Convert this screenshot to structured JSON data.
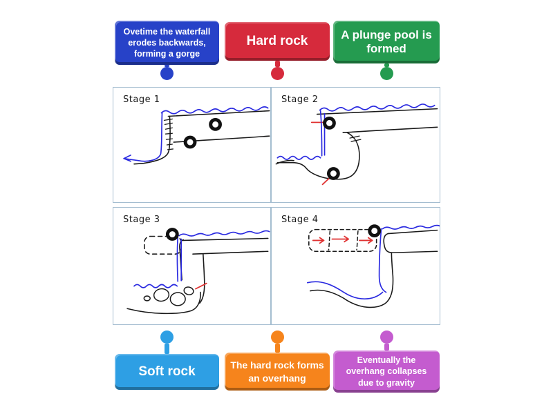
{
  "top_labels": [
    {
      "text": "Ovetime the waterfall erodes backwards, forming a gorge",
      "color": "#2742c8"
    },
    {
      "text": "Hard rock",
      "color": "#d62a3c"
    },
    {
      "text": "A plunge pool is formed",
      "color": "#259b50"
    }
  ],
  "bottom_labels": [
    {
      "text": "Soft rock",
      "color": "#2e9fe4"
    },
    {
      "text": "The hard rock forms an overhang",
      "color": "#f6841c"
    },
    {
      "text": "Eventually the overhang collapses due to gravity",
      "color": "#c45ccf"
    }
  ],
  "panels": [
    {
      "title": "Stage 1"
    },
    {
      "title": "Stage 2"
    },
    {
      "title": "Stage 3"
    },
    {
      "title": "Stage 4"
    }
  ],
  "colors": {
    "panel_border": "#a4bdd0",
    "sketch_ink": "#1a1a1a",
    "sketch_water": "#2a2ae0",
    "sketch_marker": "#e03232",
    "background": "#ffffff"
  }
}
